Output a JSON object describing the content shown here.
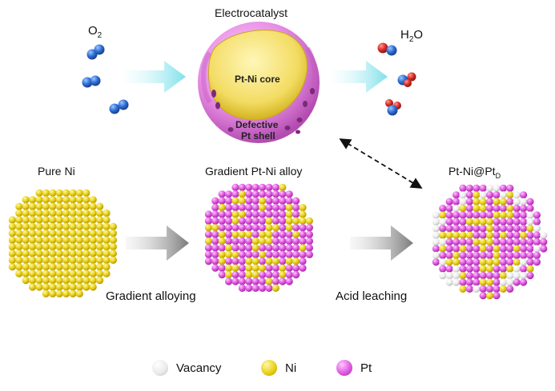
{
  "figure": {
    "electrocatalyst_title": "Electrocatalyst",
    "reactant_label": {
      "main": "O",
      "sub": "2"
    },
    "product_label": {
      "main": "H",
      "sub": "2",
      "tail": "O"
    },
    "core_label": "Pt-Ni core",
    "shell_label_line1": "Defective",
    "shell_label_line2": "Pt shell",
    "stages": [
      {
        "name": "pure-ni",
        "label": "Pure Ni"
      },
      {
        "name": "gradient-alloy",
        "label": "Gradient Pt-Ni alloy"
      },
      {
        "name": "pt-ni-ptd",
        "label_main": "Pt-Ni@Pt",
        "label_sub": "D"
      }
    ],
    "steps": [
      {
        "name": "gradient-alloying",
        "label": "Gradient alloying"
      },
      {
        "name": "acid-leaching",
        "label": "Acid leaching"
      }
    ],
    "legend": [
      {
        "name": "vacancy",
        "label": "Vacancy",
        "color": "#f2f2f2"
      },
      {
        "name": "ni",
        "label": "Ni",
        "color": "#e8d21a"
      },
      {
        "name": "pt",
        "label": "Pt",
        "color": "#e05ce0"
      }
    ],
    "colors": {
      "ni": "#e8d21a",
      "pt": "#e05ce0",
      "vacancy": "#f2f2f2",
      "oxygen_atom": "#2f6fd6",
      "hydrogen_red": "#d9302a",
      "arrow_cyan": "#8fe6ee",
      "arrow_gray": "#8a8a8a",
      "shell_pink": "#e98fe6"
    }
  }
}
